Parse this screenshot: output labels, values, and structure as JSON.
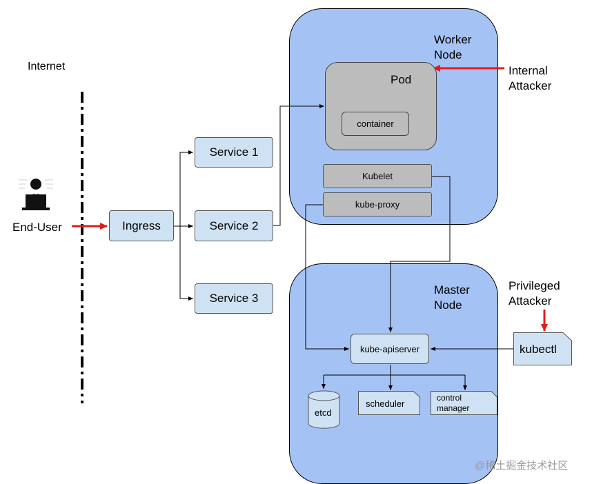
{
  "labels": {
    "internet": "Internet",
    "end_user": "End-User",
    "ingress": "Ingress",
    "service1": "Service 1",
    "service2": "Service 2",
    "service3": "Service 3",
    "worker_node": [
      "Worker",
      "Node"
    ],
    "pod": "Pod",
    "container": "container",
    "kubelet": "Kubelet",
    "kube_proxy": "kube-proxy",
    "internal_attacker": [
      "Internal",
      "Attacker"
    ],
    "master_node": [
      "Master",
      "Node"
    ],
    "kube_apiserver": "kube-apiserver",
    "privileged_attacker": [
      "Privileged",
      "Attacker"
    ],
    "kubectl": "kubectl",
    "etcd": "etcd",
    "scheduler": "scheduler",
    "control_manager": [
      "control",
      "manager"
    ],
    "watermark": "@稀土掘金技术社区"
  },
  "colors": {
    "node_fill": "#a4c2f4",
    "box_fill": "#cfe2f3",
    "grey_fill": "#bcbcbc",
    "attack_arrow": "#e31b1b"
  }
}
